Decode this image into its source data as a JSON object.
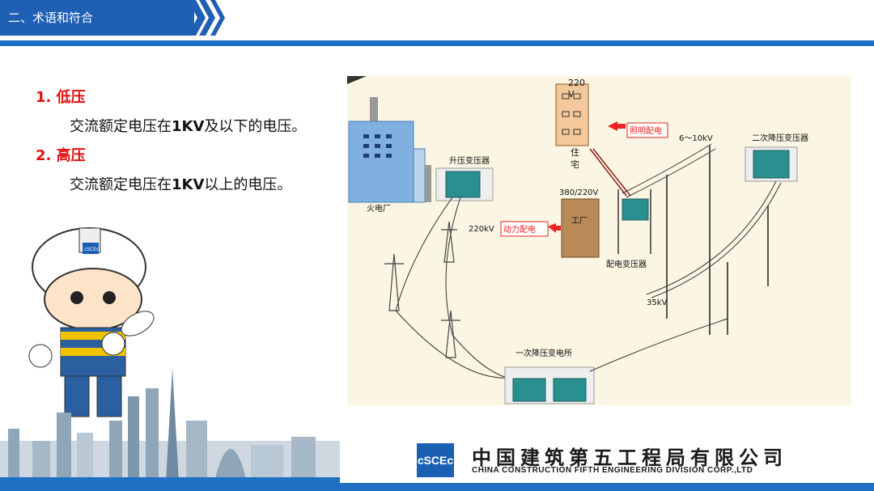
{
  "header": {
    "title": "二、术语和符合"
  },
  "content": {
    "items": [
      {
        "title": "1. 低压",
        "desc_prefix": "交流额定电压在",
        "desc_bold": "1KV",
        "desc_suffix": "及以下的电压。"
      },
      {
        "title": "2. 高压",
        "desc_prefix": "交流额定电压在",
        "desc_bold": "1KV",
        "desc_suffix": "以上的电压。"
      }
    ]
  },
  "diagram": {
    "labels": {
      "v220_a": "220",
      "v220_b": "V",
      "residence_a": "住",
      "residence_b": "宅",
      "lighting_power": "照明配电",
      "power_distribution": "动力配电",
      "v380_220": "380/220V",
      "factory": "工厂",
      "step_up_transformer": "升压变压器",
      "thermal_plant": "火电厂",
      "v220kv": "220kV",
      "distribution_transformer": "配电变压器",
      "v6_10kv": "6～10kV",
      "secondary_step_down": "二次降压变压器",
      "v35kv": "35kV",
      "primary_substation": "一次降压变电所"
    }
  },
  "worker": {
    "badge_text": "cSCEc"
  },
  "footer": {
    "logo_text": "cSCEc",
    "company_cn": "中国建筑第五工程局有限公司",
    "company_en": "CHINA CONSTRUCTION FIFTH ENGINEERING DIVISION CORP.,LTD"
  }
}
